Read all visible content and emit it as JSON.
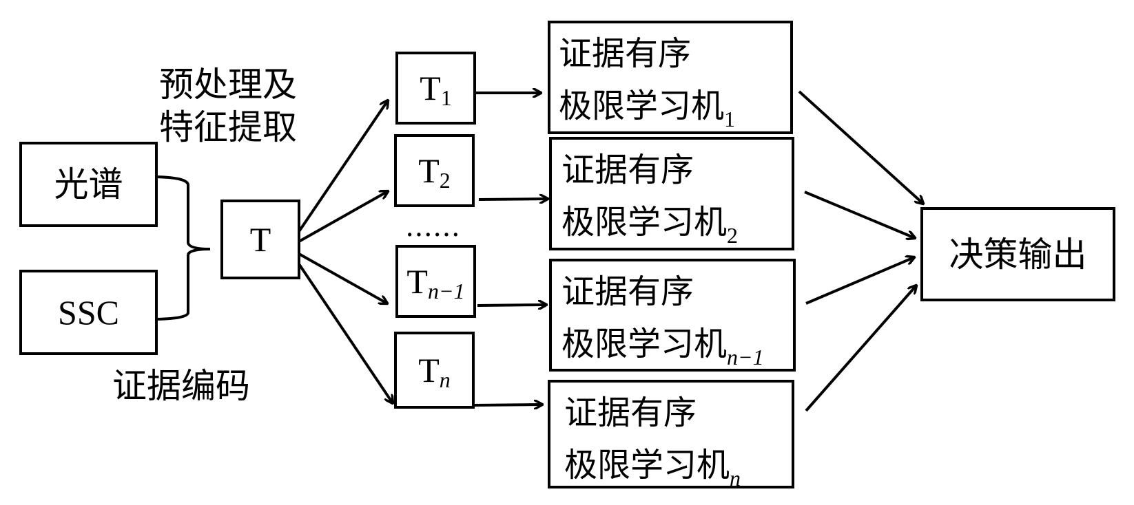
{
  "diagram": {
    "inputs": [
      "光谱",
      "SSC"
    ],
    "encoding_label": "证据编码",
    "preprocess_label": [
      "预处理及",
      "特征提取"
    ],
    "combined_node": "T",
    "subsets": [
      {
        "base": "T",
        "sub": "1"
      },
      {
        "base": "T",
        "sub": "2"
      },
      {
        "base": "T",
        "sub": "n−1"
      },
      {
        "base": "T",
        "sub": "n"
      }
    ],
    "ellipsis": "……",
    "learners": [
      {
        "line1": "证据有序",
        "line2": "极限学习机",
        "sub": "1"
      },
      {
        "line1": "证据有序",
        "line2": "极限学习机",
        "sub": "2"
      },
      {
        "line1": "证据有序",
        "line2": "极限学习机",
        "sub": "n−1"
      },
      {
        "line1": "证据有序",
        "line2": "极限学习机",
        "sub": "n"
      }
    ],
    "output": "决策输出"
  }
}
